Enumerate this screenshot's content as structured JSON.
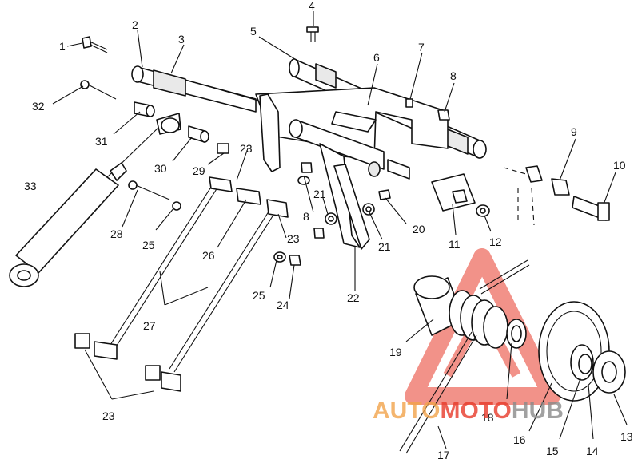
{
  "callouts": [
    {
      "id": "c1",
      "text": "1"
    },
    {
      "id": "c2",
      "text": "2"
    },
    {
      "id": "c3",
      "text": "3"
    },
    {
      "id": "c4",
      "text": "4"
    },
    {
      "id": "c5",
      "text": "5"
    },
    {
      "id": "c6",
      "text": "6"
    },
    {
      "id": "c7",
      "text": "7"
    },
    {
      "id": "c8a",
      "text": "8"
    },
    {
      "id": "c8b",
      "text": "8"
    },
    {
      "id": "c9",
      "text": "9"
    },
    {
      "id": "c10",
      "text": "10"
    },
    {
      "id": "c11",
      "text": "11"
    },
    {
      "id": "c12",
      "text": "12"
    },
    {
      "id": "c13",
      "text": "13"
    },
    {
      "id": "c14",
      "text": "14"
    },
    {
      "id": "c15",
      "text": "15"
    },
    {
      "id": "c16",
      "text": "16"
    },
    {
      "id": "c17",
      "text": "17"
    },
    {
      "id": "c18",
      "text": "18"
    },
    {
      "id": "c19",
      "text": "19"
    },
    {
      "id": "c20",
      "text": "20"
    },
    {
      "id": "c21a",
      "text": "21"
    },
    {
      "id": "c21b",
      "text": "21"
    },
    {
      "id": "c22",
      "text": "22"
    },
    {
      "id": "c23a",
      "text": "23"
    },
    {
      "id": "c23b",
      "text": "23"
    },
    {
      "id": "c23c",
      "text": "23"
    },
    {
      "id": "c24",
      "text": "24"
    },
    {
      "id": "c25a",
      "text": "25"
    },
    {
      "id": "c25b",
      "text": "25"
    },
    {
      "id": "c26",
      "text": "26"
    },
    {
      "id": "c27",
      "text": "27"
    },
    {
      "id": "c28",
      "text": "28"
    },
    {
      "id": "c29",
      "text": "29"
    },
    {
      "id": "c30",
      "text": "30"
    },
    {
      "id": "c31",
      "text": "31"
    },
    {
      "id": "c32",
      "text": "32"
    },
    {
      "id": "c33",
      "text": "33"
    }
  ],
  "watermark": {
    "part1": "AUTO",
    "part2": "MOTO",
    "part3": "HUB",
    "color_red": "#e83a2a",
    "color_orange": "#f2a34a",
    "color_gray": "#8a8a8a"
  }
}
